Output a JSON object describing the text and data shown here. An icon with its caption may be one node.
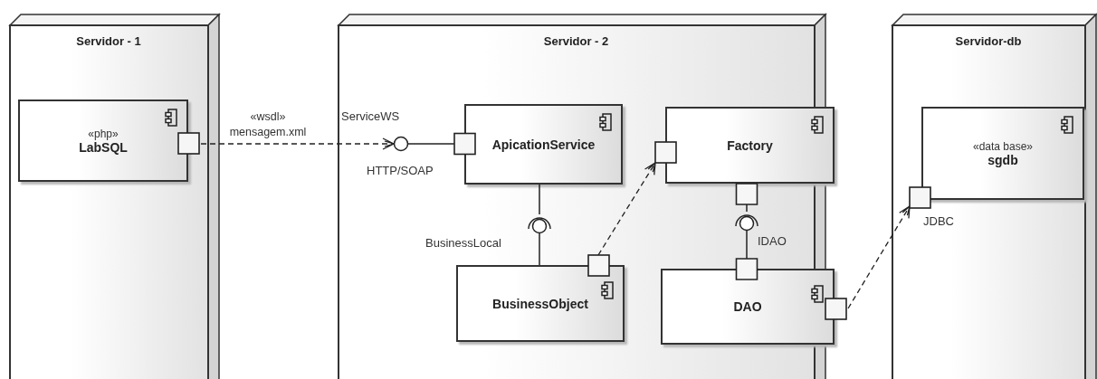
{
  "diagram": {
    "nodes": [
      {
        "text": [
          "Servidor - 1"
        ]
      },
      {
        "text": [
          "«php»",
          "LabSQL"
        ],
        "in": 0
      },
      {
        "text": [
          "Servidor - 2"
        ]
      },
      {
        "text": [
          "ApicationService"
        ],
        "in": 2
      },
      {
        "text": [
          "Factory"
        ],
        "in": 2
      },
      {
        "text": [
          "BusinessObject"
        ],
        "in": 2
      },
      {
        "text": [
          "DAO"
        ],
        "in": 2
      },
      {
        "text": [
          "Servidor-db"
        ]
      },
      {
        "text": [
          "«data base»",
          "sgdb"
        ],
        "in": 7
      },
      {
        "text": [
          "ServiceWS"
        ],
        "in": 2
      },
      {
        "text": [
          "BusinessLocal"
        ],
        "in": 2
      },
      {
        "text": [
          "IDAO"
        ],
        "in": 2
      }
    ],
    "edges": [
      {
        "from": 1,
        "to": 9,
        "arrow": "to",
        "style": "dashed",
        "label": "«wsdl» mensagem.xml"
      },
      {
        "from": 9,
        "to": 3,
        "arrow": "other"
      },
      {
        "from": 3,
        "to": 10,
        "arrow": "none"
      },
      {
        "from": 10,
        "to": 5,
        "arrow": "none"
      },
      {
        "from": 5,
        "to": 4,
        "arrow": "to",
        "style": "dashed"
      },
      {
        "from": 11,
        "to": 4,
        "arrow": "other"
      },
      {
        "from": 11,
        "to": 6,
        "arrow": "other"
      },
      {
        "from": 6,
        "to": 8,
        "arrow": "to",
        "style": "dashed"
      }
    ],
    "labels": [
      "HTTP/SOAP",
      "JDBC"
    ]
  }
}
